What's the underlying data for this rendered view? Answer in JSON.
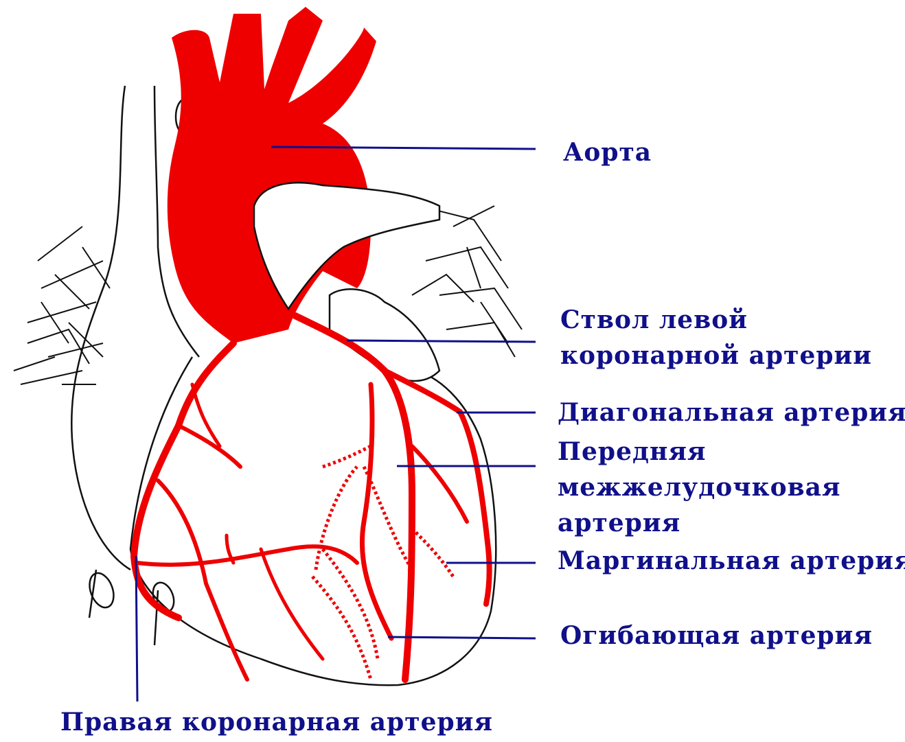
{
  "colors": {
    "artery": "#ee0000",
    "outline": "#111111",
    "leader": "#10108a",
    "label": "#10108a",
    "background": "#ffffff"
  },
  "labels": {
    "aorta": "Аорта",
    "left_main_line1": "Ствол левой",
    "left_main_line2": "коронарной артерии",
    "diagonal": "Диагональная артерия",
    "lad_line1": "Передняя",
    "lad_line2": "межжелудочковая",
    "lad_line3": "артерия",
    "marginal": "Маргинальная артерия",
    "circumflex": "Огибающая артерия",
    "right_coronary": "Правая коронарная артерия"
  }
}
